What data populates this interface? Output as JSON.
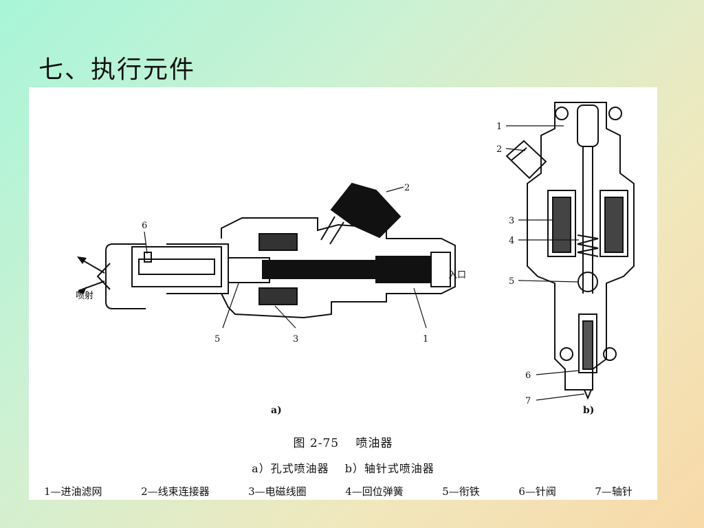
{
  "slide": {
    "title": "七、执行元件"
  },
  "figure": {
    "panel_a": {
      "label": "a)",
      "callouts": {
        "c6": "6",
        "c2": "2",
        "c5": "5",
        "c3": "3",
        "c1": "1"
      },
      "inlet_label": "入口",
      "spray_label": "喷射"
    },
    "panel_b": {
      "label": "b)",
      "callouts": {
        "c1": "1",
        "c2": "2",
        "c3": "3",
        "c4": "4",
        "c5": "5",
        "c6": "6",
        "c7": "7"
      }
    },
    "caption": {
      "title": "图 2-75　 喷油器",
      "subtitle": "a）孔式喷油器　 b）轴针式喷油器"
    },
    "legend": [
      "1—进油滤网",
      "2—线束连接器",
      "3—电磁线圈",
      "4—回位弹簧",
      "5—衔铁",
      "6—针阀",
      "7—轴针"
    ]
  }
}
